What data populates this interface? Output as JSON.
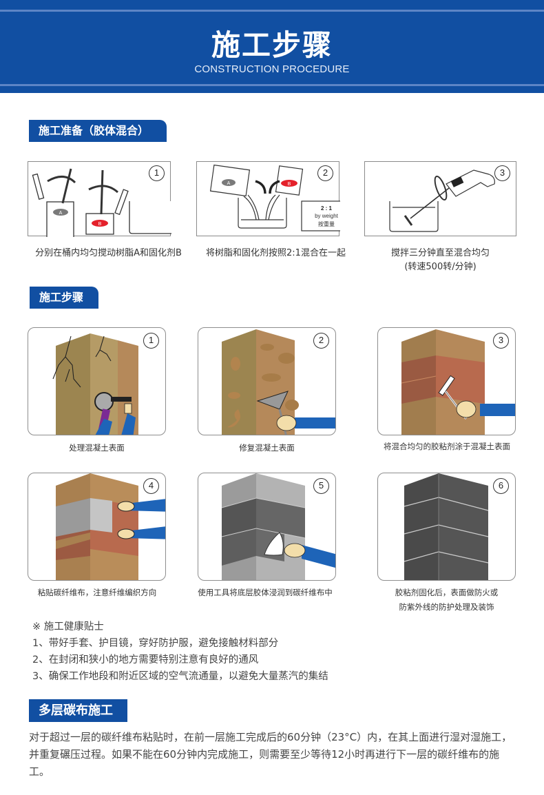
{
  "header": {
    "title": "施工步骤",
    "subtitle": "CONSTRUCTION PROCEDURE",
    "bg_color": "#114fa2",
    "line_color": "#5d85c6"
  },
  "prep_section": {
    "tag": "施工准备（胶体混合）",
    "steps": [
      {
        "number": "1",
        "label_a": "A",
        "label_b": "B",
        "caption": "分别在桶内均匀搅动树脂A和固化剂B"
      },
      {
        "number": "2",
        "label_a": "A",
        "label_b": "B",
        "ratio": "2 : 1",
        "ratio_unit": "by weight",
        "ratio_cn": "按重量",
        "caption": "将树脂和固化剂按照2:1混合在一起"
      },
      {
        "number": "3",
        "caption_line1": "搅拌三分钟直至混合均匀",
        "caption_line2": "(转速500转/分钟)"
      }
    ]
  },
  "steps_section": {
    "tag": "施工步骤",
    "steps": [
      {
        "number": "1",
        "caption": "处理混凝土表面"
      },
      {
        "number": "2",
        "caption": "修复混凝土表面"
      },
      {
        "number": "3",
        "caption": "将混合均匀的胶粘剂涂于混凝土表面"
      },
      {
        "number": "4",
        "caption": "粘贴碳纤维布，注意纤维编织方向"
      },
      {
        "number": "5",
        "caption": "使用工具将底层胶体浸润到碳纤维布中"
      },
      {
        "number": "6",
        "caption_line1": "胶粘剂固化后，表面做防火或",
        "caption_line2": "防紫外线的防护处理及装饰"
      }
    ]
  },
  "tips": {
    "title": "※  施工健康贴士",
    "items": [
      "1、带好手套、护目镜，穿好防护服，避免接触材料部分",
      "2、在封闭和狭小的地方需要特别注意有良好的通风",
      "3、确保工作地段和附近区域的空气流通量，以避免大量蒸汽的集结"
    ]
  },
  "multilayer": {
    "tag": "多层碳布施工",
    "paragraph": "对于超过一层的碳纤维布粘贴时，在前一层施工完成后的60分钟（23°C）内，在其上面进行湿对湿施工，并重复碾压过程。如果不能在60分钟内完成施工，则需要至少等待12小时再进行下一层的碳纤维布的施工。"
  }
}
